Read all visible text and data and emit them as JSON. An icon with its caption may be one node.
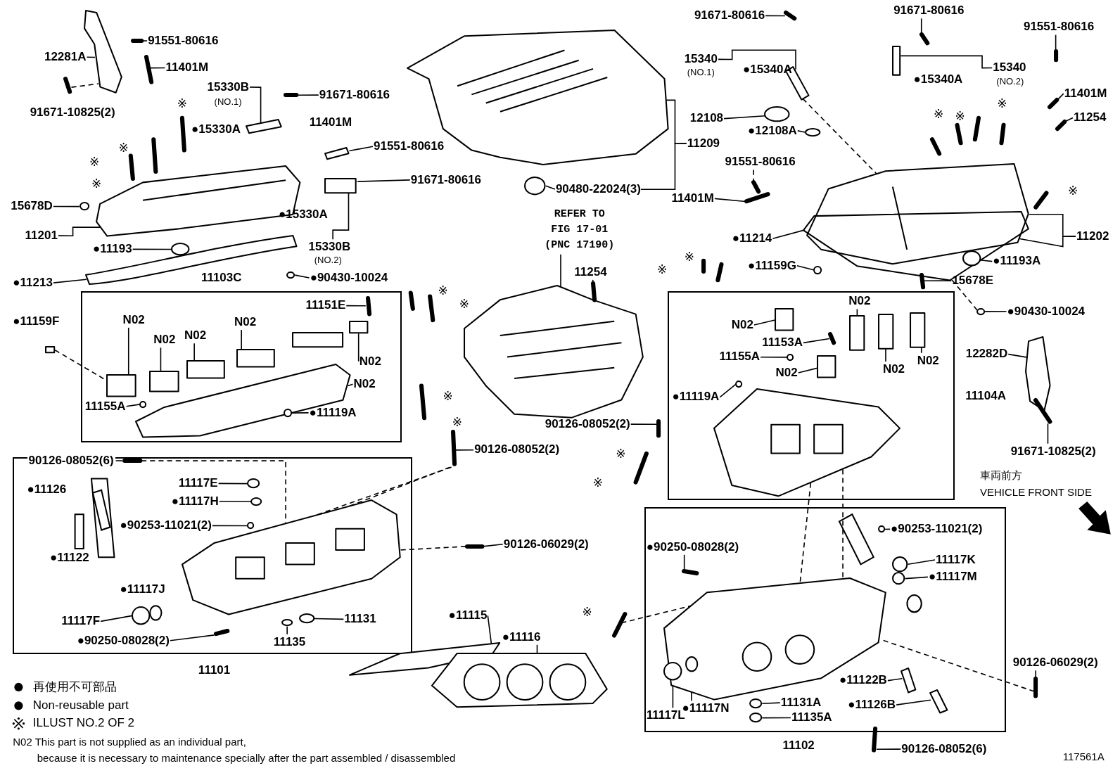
{
  "diagram": {
    "nodes": [
      {
        "text": [
          "11103C"
        ]
      },
      {
        "text": [
          "11101"
        ]
      },
      {
        "text": [
          "11104A"
        ]
      },
      {
        "text": [
          "11102"
        ]
      },
      {
        "text": [
          "12281A"
        ]
      },
      {
        "text": [
          "91551-80616"
        ]
      },
      {
        "text": [
          "11401M"
        ]
      },
      {
        "text": [
          "15330B"
        ]
      },
      {
        "text": [
          "91671-80616"
        ]
      },
      {
        "text": [
          "91551-80616"
        ]
      },
      {
        "text": [
          "91671-80616"
        ]
      },
      {
        "text": [
          "15678D"
        ]
      },
      {
        "text": [
          "11201"
        ]
      },
      {
        "text": [
          "●11193"
        ]
      },
      {
        "text": [
          "15330B"
        ]
      },
      {
        "text": [
          "●11213"
        ]
      },
      {
        "text": [
          "●90430-10024"
        ]
      },
      {
        "text": [
          "11151E"
        ],
        "in": 0
      },
      {
        "text": [
          "N02"
        ],
        "in": 0
      },
      {
        "text": [
          "N02"
        ],
        "in": 0
      },
      {
        "text": [
          "N02"
        ],
        "in": 0
      },
      {
        "text": [
          "N02"
        ],
        "in": 0
      },
      {
        "text": [
          "N02"
        ],
        "in": 0
      },
      {
        "text": [
          "N02"
        ],
        "in": 0
      },
      {
        "text": [
          "11155A"
        ],
        "in": 0
      },
      {
        "text": [
          "●11119A"
        ],
        "in": 0
      },
      {
        "text": [
          "90126-08052(2)"
        ]
      },
      {
        "text": [
          "90126-08052(6)"
        ]
      },
      {
        "text": [
          "11117E"
        ],
        "in": 1
      },
      {
        "text": [
          "●11117H"
        ],
        "in": 1
      },
      {
        "text": [
          "●90253-11021(2)"
        ],
        "in": 1
      },
      {
        "text": [
          "90126-06029(2)"
        ]
      },
      {
        "text": [
          "11117F"
        ],
        "in": 1
      },
      {
        "text": [
          "11131"
        ],
        "in": 1
      },
      {
        "text": [
          "●90250-08028(2)"
        ],
        "in": 1
      },
      {
        "text": [
          "11135"
        ],
        "in": 1
      },
      {
        "text": [
          "11209"
        ]
      },
      {
        "text": [
          "90480-22024(3)"
        ]
      },
      {
        "text": [
          "91551-80616"
        ]
      },
      {
        "text": [
          "11401M"
        ]
      },
      {
        "text": [
          "REFER TO FIG 17-01 (PNC 17190)"
        ]
      },
      {
        "text": [
          "11254"
        ]
      },
      {
        "text": [
          "●11115"
        ]
      },
      {
        "text": [
          "●11116"
        ]
      },
      {
        "text": [
          "90126-08052(2)"
        ]
      },
      {
        "text": [
          "91671-80616"
        ]
      },
      {
        "text": [
          "91671-80616"
        ]
      },
      {
        "text": [
          "91551-80616"
        ]
      },
      {
        "text": [
          "15340"
        ]
      },
      {
        "text": [
          "15340"
        ]
      },
      {
        "text": [
          "11401M"
        ]
      },
      {
        "text": [
          "12108"
        ]
      },
      {
        "text": [
          "●12108A"
        ]
      },
      {
        "text": [
          "11254"
        ]
      },
      {
        "text": [
          "11202"
        ]
      },
      {
        "text": [
          "●11214"
        ]
      },
      {
        "text": [
          "●11193A"
        ]
      },
      {
        "text": [
          "●11159G"
        ]
      },
      {
        "text": [
          "15678E"
        ]
      },
      {
        "text": [
          "●90430-10024"
        ]
      },
      {
        "text": [
          "N02"
        ],
        "in": 2
      },
      {
        "text": [
          "N02"
        ],
        "in": 2
      },
      {
        "text": [
          "11153A"
        ],
        "in": 2
      },
      {
        "text": [
          "11155A"
        ],
        "in": 2
      },
      {
        "text": [
          "N02"
        ],
        "in": 2
      },
      {
        "text": [
          "N02"
        ],
        "in": 2
      },
      {
        "text": [
          "N02"
        ],
        "in": 2
      },
      {
        "text": [
          "●11119A"
        ],
        "in": 2
      },
      {
        "text": [
          "12282D"
        ]
      },
      {
        "text": [
          "91671-10825(2)"
        ]
      },
      {
        "text": [
          "●90253-11021(2)"
        ],
        "in": 3
      },
      {
        "text": [
          "●90250-08028(2)"
        ],
        "in": 3
      },
      {
        "text": [
          "11117K"
        ],
        "in": 3
      },
      {
        "text": [
          "●11117M"
        ],
        "in": 3
      },
      {
        "text": [
          "●11122B"
        ],
        "in": 156
      },
      {
        "text": [
          "●11117N"
        ],
        "in": 3
      },
      {
        "text": [
          "11131A"
        ],
        "in": 3
      },
      {
        "text": [
          "●11126B"
        ],
        "in": 3
      },
      {
        "text": [
          "11117L"
        ],
        "in": 3
      },
      {
        "text": [
          "11135A"
        ],
        "in": 3
      },
      {
        "text": [
          "90126-06029(2)"
        ]
      },
      {
        "text": [
          "90126-08052(6)"
        ]
      },
      {
        "text": [],
        "shape": "picture"
      },
      {
        "text": [],
        "shape": "picture"
      },
      {
        "text": [],
        "shape": "picture"
      },
      {
        "text": [],
        "shape": "picture"
      },
      {
        "text": [],
        "shape": "picture"
      },
      {
        "text": [],
        "shape": "picture"
      },
      {
        "text": [],
        "shape": "picture"
      },
      {
        "text": [],
        "shape": "box"
      },
      {
        "text": [],
        "shape": "picture"
      },
      {
        "text": [],
        "shape": "picture"
      },
      {
        "text": [],
        "shape": "picture"
      },
      {
        "text": [],
        "shape": "picture"
      },
      {
        "text": [],
        "shape": "picture"
      },
      {
        "text": [],
        "shape": "picture",
        "in": 0
      },
      {
        "text": [],
        "shape": "box"
      },
      {
        "text": [],
        "shape": "picture",
        "in": 0
      },
      {
        "text": [],
        "shape": "box",
        "in": 0
      },
      {
        "text": [],
        "shape": "box",
        "in": 0
      },
      {
        "text": [],
        "shape": "box",
        "in": 0
      },
      {
        "text": [],
        "shape": "box",
        "in": 0
      },
      {
        "text": [],
        "shape": "box",
        "in": 0
      },
      {
        "text": [],
        "shape": "box",
        "in": 0
      },
      {
        "text": [],
        "shape": "picture",
        "in": 0
      },
      {
        "text": [],
        "shape": "picture",
        "in": 97
      },
      {
        "text": [],
        "shape": "picture"
      },
      {
        "text": [],
        "shape": "picture",
        "in": 1
      },
      {
        "text": [],
        "shape": "picture",
        "in": 1
      },
      {
        "text": [],
        "shape": "picture",
        "in": 1
      },
      {
        "text": [],
        "shape": "picture",
        "in": 111
      },
      {
        "text": [],
        "shape": "picture",
        "in": 1
      },
      {
        "text": [],
        "shape": "picture"
      },
      {
        "text": [],
        "shape": "picture",
        "in": 1
      },
      {
        "text": [],
        "shape": "picture",
        "in": 1
      },
      {
        "text": [],
        "shape": "picture",
        "in": 1
      },
      {
        "text": [],
        "shape": "picture",
        "in": 1
      },
      {
        "text": [],
        "shape": "picture"
      },
      {
        "text": [],
        "shape": "picture"
      },
      {
        "text": [],
        "shape": "picture"
      },
      {
        "text": [],
        "shape": "picture"
      },
      {
        "text": [],
        "shape": "picture"
      },
      {
        "text": [],
        "shape": "picture"
      },
      {
        "text": [],
        "shape": "picture"
      },
      {
        "text": [],
        "shape": "picture"
      },
      {
        "text": [],
        "shape": "picture"
      },
      {
        "text": [],
        "shape": "picture"
      },
      {
        "text": [],
        "shape": "picture"
      },
      {
        "text": [],
        "shape": "picture"
      },
      {
        "text": [],
        "shape": "picture"
      },
      {
        "text": [],
        "shape": "box"
      },
      {
        "text": [],
        "shape": "picture"
      },
      {
        "text": [],
        "shape": "picture"
      },
      {
        "text": [],
        "shape": "picture"
      },
      {
        "text": [],
        "shape": "picture"
      },
      {
        "text": [],
        "shape": "picture"
      },
      {
        "text": [],
        "shape": "picture"
      },
      {
        "text": [],
        "shape": "picture"
      },
      {
        "text": [],
        "shape": "picture"
      },
      {
        "text": [],
        "shape": "picture"
      },
      {
        "text": [],
        "shape": "picture"
      },
      {
        "text": [],
        "shape": "box",
        "in": 2
      },
      {
        "text": [],
        "shape": "box",
        "in": 2
      },
      {
        "text": [],
        "shape": "box",
        "in": 2
      },
      {
        "text": [],
        "shape": "box",
        "in": 2
      },
      {
        "text": [],
        "shape": "box",
        "in": 2
      },
      {
        "text": [],
        "shape": "picture",
        "in": 2
      },
      {
        "text": [],
        "shape": "picture",
        "in": 2
      },
      {
        "text": [],
        "shape": "picture",
        "in": 2
      },
      {
        "text": [],
        "shape": "picture",
        "in": 2
      },
      {
        "text": [],
        "shape": "picture"
      },
      {
        "text": [],
        "shape": "picture"
      },
      {
        "text": [],
        "shape": "picture",
        "in": 3
      },
      {
        "text": [],
        "shape": "picture",
        "in": 3
      },
      {
        "text": [],
        "shape": "picture",
        "in": 3
      },
      {
        "text": [],
        "shape": "picture",
        "in": 3
      },
      {
        "text": [],
        "shape": "picture",
        "in": 3
      },
      {
        "text": [],
        "shape": "picture",
        "in": 3
      },
      {
        "text": [],
        "shape": "picture",
        "in": 156
      },
      {
        "text": [],
        "shape": "picture",
        "in": 3
      },
      {
        "text": [],
        "shape": "picture",
        "in": 3
      },
      {
        "text": [],
        "shape": "picture",
        "in": 156
      },
      {
        "text": [],
        "shape": "picture",
        "in": 3
      },
      {
        "text": [],
        "shape": "picture"
      },
      {
        "text": [],
        "shape": "picture"
      },
      {
        "text": [],
        "shape": "picture"
      }
    ],
    "edges": [
      {
        "from": 4,
        "to": 82,
        "arrow": "none"
      },
      {
        "from": 5,
        "to": 83,
        "arrow": "none"
      },
      {
        "from": 6,
        "to": 84,
        "arrow": "none"
      },
      {
        "from": 7,
        "to": 86,
        "arrow": "none"
      },
      {
        "from": 8,
        "to": 87,
        "arrow": "none"
      },
      {
        "from": 9,
        "to": 88,
        "arrow": "none"
      },
      {
        "from": 10,
        "to": 89,
        "arrow": "none"
      },
      {
        "from": 11,
        "to": 90,
        "arrow": "none"
      },
      {
        "from": 12,
        "to": 91,
        "arrow": "none"
      },
      {
        "from": 13,
        "to": 92,
        "arrow": "none"
      },
      {
        "from": 14,
        "to": 89,
        "arrow": "none"
      },
      {
        "from": 15,
        "to": 93,
        "arrow": "none"
      },
      {
        "from": 16,
        "to": 94,
        "arrow": "none"
      },
      {
        "from": 17,
        "to": 95,
        "arrow": "none"
      },
      {
        "from": 18,
        "to": 98,
        "arrow": "none"
      },
      {
        "from": 19,
        "to": 99,
        "arrow": "none"
      },
      {
        "from": 20,
        "to": 100,
        "arrow": "none"
      },
      {
        "from": 21,
        "to": 101,
        "arrow": "none"
      },
      {
        "from": 22,
        "to": 103,
        "arrow": "none"
      },
      {
        "from": 23,
        "to": 97,
        "arrow": "none"
      },
      {
        "from": 24,
        "to": 104,
        "arrow": "none"
      },
      {
        "from": 25,
        "to": 105,
        "arrow": "none"
      },
      {
        "from": 26,
        "to": 106,
        "arrow": "none"
      },
      {
        "from": 27,
        "to": 107,
        "arrow": "none"
      },
      {
        "from": 28,
        "to": 108,
        "arrow": "none"
      },
      {
        "from": 29,
        "to": 109,
        "arrow": "none"
      },
      {
        "from": 30,
        "to": 110,
        "arrow": "none"
      },
      {
        "from": 31,
        "to": 112,
        "arrow": "none"
      },
      {
        "from": 32,
        "to": 113,
        "arrow": "none"
      },
      {
        "from": 33,
        "to": 114,
        "arrow": "none"
      },
      {
        "from": 34,
        "to": 115,
        "arrow": "none"
      },
      {
        "from": 35,
        "to": 116,
        "arrow": "none"
      },
      {
        "from": 36,
        "to": 117,
        "arrow": "none"
      },
      {
        "from": 36,
        "to": 37,
        "arrow": "none"
      },
      {
        "from": 37,
        "to": 118,
        "arrow": "none"
      },
      {
        "from": 38,
        "to": 119,
        "arrow": "none",
        "style": "dashed"
      },
      {
        "from": 39,
        "to": 120,
        "arrow": "none"
      },
      {
        "from": 40,
        "to": 121,
        "arrow": "none"
      },
      {
        "from": 41,
        "to": 122,
        "arrow": "none"
      },
      {
        "from": 42,
        "to": 123,
        "arrow": "none"
      },
      {
        "from": 43,
        "to": 124,
        "arrow": "none"
      },
      {
        "from": 44,
        "to": 125,
        "arrow": "none"
      },
      {
        "from": 45,
        "to": 126,
        "arrow": "none"
      },
      {
        "from": 46,
        "to": 127,
        "arrow": "none"
      },
      {
        "from": 47,
        "to": 128,
        "arrow": "none"
      },
      {
        "from": 48,
        "to": 129,
        "arrow": "none"
      },
      {
        "from": 49,
        "to": 130,
        "arrow": "none"
      },
      {
        "from": 50,
        "to": 131,
        "arrow": "none"
      },
      {
        "from": 51,
        "to": 132,
        "arrow": "none"
      },
      {
        "from": 52,
        "to": 133,
        "arrow": "none"
      },
      {
        "from": 53,
        "to": 134,
        "arrow": "none"
      },
      {
        "from": 54,
        "to": 135,
        "arrow": "none"
      },
      {
        "from": 54,
        "to": 136,
        "arrow": "none"
      },
      {
        "from": 55,
        "to": 136,
        "arrow": "none"
      },
      {
        "from": 56,
        "to": 137,
        "arrow": "none"
      },
      {
        "from": 57,
        "to": 138,
        "arrow": "none"
      },
      {
        "from": 58,
        "to": 139,
        "arrow": "none"
      },
      {
        "from": 59,
        "to": 140,
        "arrow": "none"
      },
      {
        "from": 60,
        "to": 142,
        "arrow": "none"
      },
      {
        "from": 61,
        "to": 141,
        "arrow": "none"
      },
      {
        "from": 62,
        "to": 146,
        "arrow": "none"
      },
      {
        "from": 63,
        "to": 147,
        "arrow": "none"
      },
      {
        "from": 64,
        "to": 145,
        "arrow": "none"
      },
      {
        "from": 65,
        "to": 143,
        "arrow": "none"
      },
      {
        "from": 66,
        "to": 144,
        "arrow": "none"
      },
      {
        "from": 67,
        "to": 149,
        "arrow": "none"
      },
      {
        "from": 68,
        "to": 150,
        "arrow": "none"
      },
      {
        "from": 69,
        "to": 151,
        "arrow": "none"
      },
      {
        "from": 70,
        "to": 152,
        "arrow": "none"
      },
      {
        "from": 71,
        "to": 153,
        "arrow": "none"
      },
      {
        "from": 72,
        "to": 154,
        "arrow": "none"
      },
      {
        "from": 73,
        "to": 155,
        "arrow": "none"
      },
      {
        "from": 74,
        "to": 157,
        "arrow": "none"
      },
      {
        "from": 75,
        "to": 161,
        "arrow": "none"
      },
      {
        "from": 76,
        "to": 159,
        "arrow": "none"
      },
      {
        "from": 77,
        "to": 160,
        "arrow": "none"
      },
      {
        "from": 78,
        "to": 158,
        "arrow": "none"
      },
      {
        "from": 79,
        "to": 162,
        "arrow": "none"
      },
      {
        "from": 80,
        "to": 163,
        "arrow": "none"
      },
      {
        "from": 81,
        "to": 164,
        "arrow": "none"
      },
      {
        "from": 85,
        "to": 82,
        "arrow": "none",
        "style": "dashed"
      },
      {
        "from": 96,
        "to": 98,
        "arrow": "none",
        "style": "dashed"
      },
      {
        "from": 106,
        "to": 111,
        "arrow": "none",
        "style": "dashed"
      },
      {
        "from": 106,
        "to": 111,
        "arrow": "none",
        "style": "dashed"
      },
      {
        "from": 107,
        "to": 111,
        "arrow": "none",
        "style": "dashed"
      },
      {
        "from": 112,
        "to": 111,
        "arrow": "none",
        "style": "dashed"
      },
      {
        "from": 129,
        "to": 135,
        "arrow": "none",
        "style": "dashed"
      },
      {
        "from": 140,
        "to": 136,
        "arrow": "none",
        "style": "dashed"
      },
      {
        "from": 148,
        "to": 156,
        "arrow": "none",
        "style": "dashed"
      },
      {
        "from": 148,
        "to": 156,
        "arrow": "none",
        "style": "dashed"
      },
      {
        "from": 165,
        "to": 156,
        "arrow": "none",
        "style": "dashed"
      },
      {
        "from": 163,
        "to": 156,
        "arrow": "none",
        "style": "dashed"
      }
    ],
    "labels": [
      "(NO.1)",
      "●15340A",
      "●15340A",
      "(NO.2)",
      "91671-10825(2)",
      "※",
      "(NO.1)",
      "※",
      "※",
      "※",
      "●15330A",
      "11401M",
      "※",
      "※",
      "※",
      "※",
      "●15330A",
      "※",
      "(NO.2)",
      "※",
      "※",
      "※",
      "●11159F",
      "※",
      "※",
      "※",
      "●11126",
      "※",
      "車両前方",
      "VEHICLE FRONT SIDE",
      "●11122",
      "●11117J",
      "※",
      "N02 This part is not supplied as an individual part,",
      "because it is necessary to maintenance specially after the part assembled / disassembled",
      "117561A"
    ],
    "legend": [
      {
        "text": "再使用不可部品"
      },
      {
        "text": "Non-reusable part"
      },
      {
        "text": "ILLUST NO.2 OF 2"
      }
    ]
  }
}
